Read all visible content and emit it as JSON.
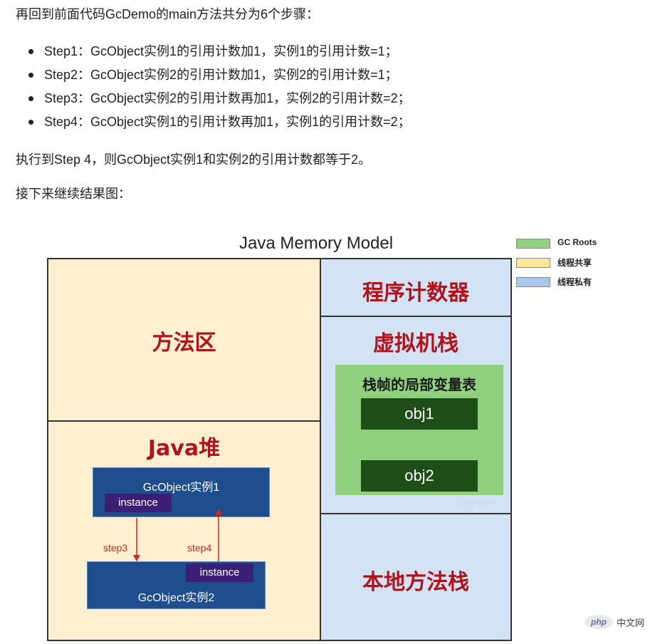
{
  "intro": "再回到前面代码GcDemo的main方法共分为6个步骤：",
  "steps": [
    "Step1：GcObject实例1的引用计数加1，实例1的引用计数=1；",
    "Step2：GcObject实例2的引用计数加1，实例2的引用计数=1；",
    "Step3：GcObject实例2的引用计数再加1，实例2的引用计数=2；",
    "Step4：GcObject实例1的引用计数再加1，实例1的引用计数=2；"
  ],
  "summary": "执行到Step 4，则GcObject实例1和实例2的引用计数都等于2。",
  "next": "接下来继续结果图：",
  "diagram": {
    "title": "Java Memory Model",
    "legend": [
      {
        "label": "GC Roots",
        "color": "#92d07f"
      },
      {
        "label": "线程共享",
        "color": "#fde79a"
      },
      {
        "label": "线程私有",
        "color": "#a9c8ea"
      }
    ],
    "colors": {
      "shared": "#fdefcf",
      "private": "#d3e3f5",
      "heap_object": "#1f4e8f",
      "instance": "#3d1e77",
      "frame": "#8fcf7e",
      "obj": "#1f4f18",
      "arrow": "#d9221c",
      "region_label": "#b0141b"
    },
    "method_area": "方法区",
    "heap": {
      "label": "Java堆",
      "object1": {
        "label": "GcObject实例1",
        "field": "instance"
      },
      "object2": {
        "label": "GcObject实例2",
        "field": "instance"
      },
      "arrow1": "step3",
      "arrow2": "step4"
    },
    "pc_register": "程序计数器",
    "vm_stack": {
      "label": "虚拟机栈",
      "frame_title": "栈帧的局部变量表",
      "vars": [
        "obj1",
        "obj2"
      ]
    },
    "watermark": "Gityuan",
    "native_stack": "本地方法栈"
  },
  "site": {
    "logo_text": "php",
    "label": "中文网"
  }
}
